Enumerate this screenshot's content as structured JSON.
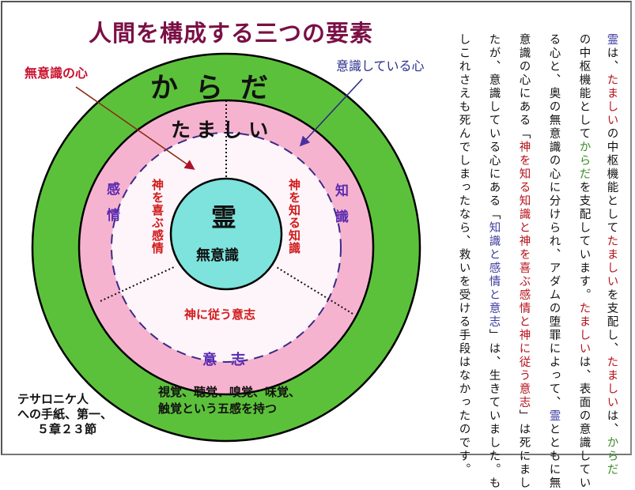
{
  "title": "人間を構成する三つの要素",
  "callouts": {
    "unconscious_mind": "無意識の心",
    "conscious_mind": "意識している心"
  },
  "rings": {
    "body": "からだ",
    "soul": "たましい",
    "soul_left": "感情",
    "soul_right": "知識",
    "soul_bottom": "意志",
    "spirit": "霊",
    "spirit_sub": "無意識"
  },
  "inner_sections": {
    "left": "神を喜ぶ感情",
    "right": "神を知る知識",
    "bottom": "神に従う意志"
  },
  "senses": {
    "line1": "視覚、聴覚、嗅覚、味覚、",
    "line2": "触覚という五感を持つ"
  },
  "reference": {
    "line1": "テサロニケ人",
    "line2": "への手紙、第一、",
    "line3": "５章２３節"
  },
  "colors": {
    "body_green": "#5cc13a",
    "soul_pink": "#f6b3cf",
    "inner_white": "#fdf5fa",
    "spirit_teal": "#7de3dc",
    "title_maroon": "#7a1045",
    "callout_red": "#c8102e",
    "callout_blue": "#2b2e8c",
    "label_purple": "#5a2ab0",
    "inner_red": "#d11a1a"
  },
  "explanation": {
    "col1": [
      {
        "t": "霊",
        "c": "blue"
      },
      {
        "t": "は、"
      },
      {
        "t": "たましい",
        "c": "red"
      },
      {
        "t": "の中枢機能として"
      },
      {
        "t": "たましい",
        "c": "red"
      },
      {
        "t": "を支配し、"
      },
      {
        "t": "たましい",
        "c": "red"
      },
      {
        "t": "は、"
      },
      {
        "t": "からだ",
        "c": "green"
      }
    ],
    "col2": [
      {
        "t": "の中枢機能として"
      },
      {
        "t": "からだ",
        "c": "green"
      },
      {
        "t": "を支配しています。"
      },
      {
        "t": "たましい",
        "c": "red"
      },
      {
        "t": "は、表面の意識してい"
      }
    ],
    "col3": [
      {
        "t": "る心と、奥の無意識の心に分けられ、アダムの堕罪によって、"
      },
      {
        "t": "霊",
        "c": "blue"
      },
      {
        "t": "とともに無"
      }
    ],
    "col4": [
      {
        "t": "意識の心にある「"
      },
      {
        "t": "神を知る知識と神を喜ぶ感情と神に従う意志",
        "c": "red"
      },
      {
        "t": "」は死にまし"
      }
    ],
    "col5": [
      {
        "t": "たが、意識している心にある「"
      },
      {
        "t": "知識と感情と意志",
        "c": "blue"
      },
      {
        "t": "」は、生きていました。も"
      }
    ],
    "col6": [
      {
        "t": "しこれさえも死んでしまったなら、救いを受ける手段はなかったのです。"
      }
    ]
  }
}
